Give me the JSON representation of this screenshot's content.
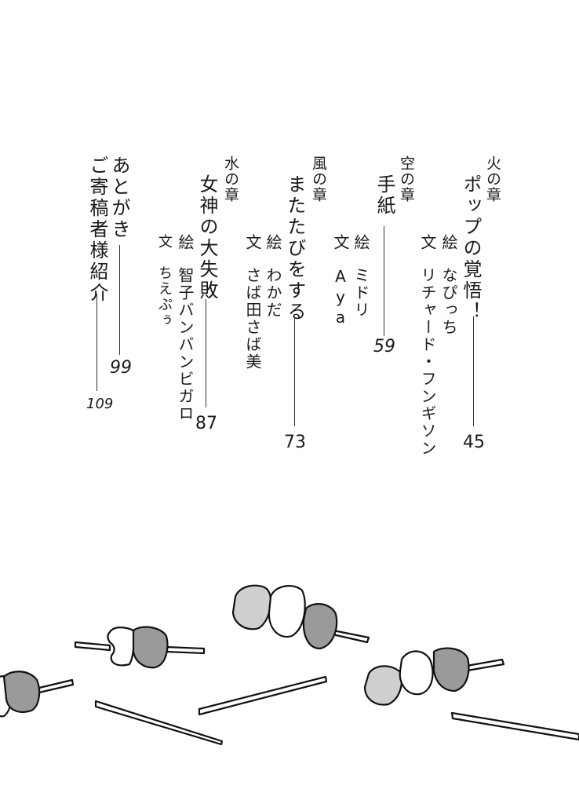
{
  "toc": {
    "entries": [
      {
        "chapter": "火の章",
        "title": "ポップの覚悟！",
        "illustrator_role": "絵",
        "illustrator": "なぴっち",
        "author_role": "文",
        "author": "リチャード・フンギソン",
        "page": "45"
      },
      {
        "chapter": "空の章",
        "title": "手紙",
        "illustrator_role": "絵",
        "illustrator": "ミドリ",
        "author_role": "文",
        "author": "Aya",
        "page": "59"
      },
      {
        "chapter": "風の章",
        "title": "またたびをする",
        "illustrator_role": "絵",
        "illustrator": "わかだ",
        "author_role": "文",
        "author": "さば田さば美",
        "page": "73"
      },
      {
        "chapter": "水の章",
        "title": "女神の大失敗",
        "illustrator_role": "絵",
        "illustrator": "智子バンバンビガロ",
        "author_role": "文",
        "author": "ちえぷぅ",
        "page": "87"
      }
    ],
    "afterword": {
      "title": "あとがき",
      "page": "99"
    },
    "contributors": {
      "title": "ご寄稿者様紹介",
      "page": "109"
    }
  },
  "illustration": {
    "subject": "dango skewers",
    "colors": {
      "light": "#cfcfcf",
      "white": "#ffffff",
      "dark": "#9a9a9a",
      "outline": "#111111"
    }
  }
}
